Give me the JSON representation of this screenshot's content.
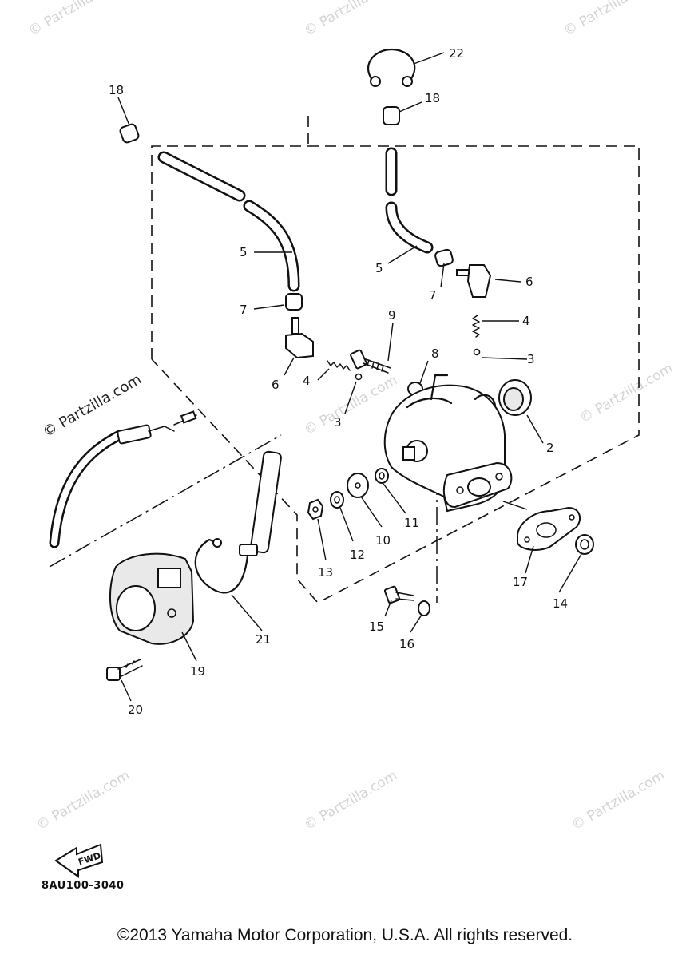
{
  "diagram": {
    "watermark": "© Partzilla.com",
    "part_code": "8AU100-3040",
    "fwd_label": "FWD",
    "copyright": "©2013 Yamaha Motor Corporation, U.S.A. All rights reserved.",
    "callouts": [
      "22",
      "18",
      "18",
      "5",
      "5",
      "7",
      "7",
      "6",
      "6",
      "9",
      "4",
      "4",
      "3",
      "3",
      "8",
      "2",
      "11",
      "10",
      "12",
      "13",
      "17",
      "14",
      "15",
      "16",
      "21",
      "19",
      "20"
    ]
  }
}
